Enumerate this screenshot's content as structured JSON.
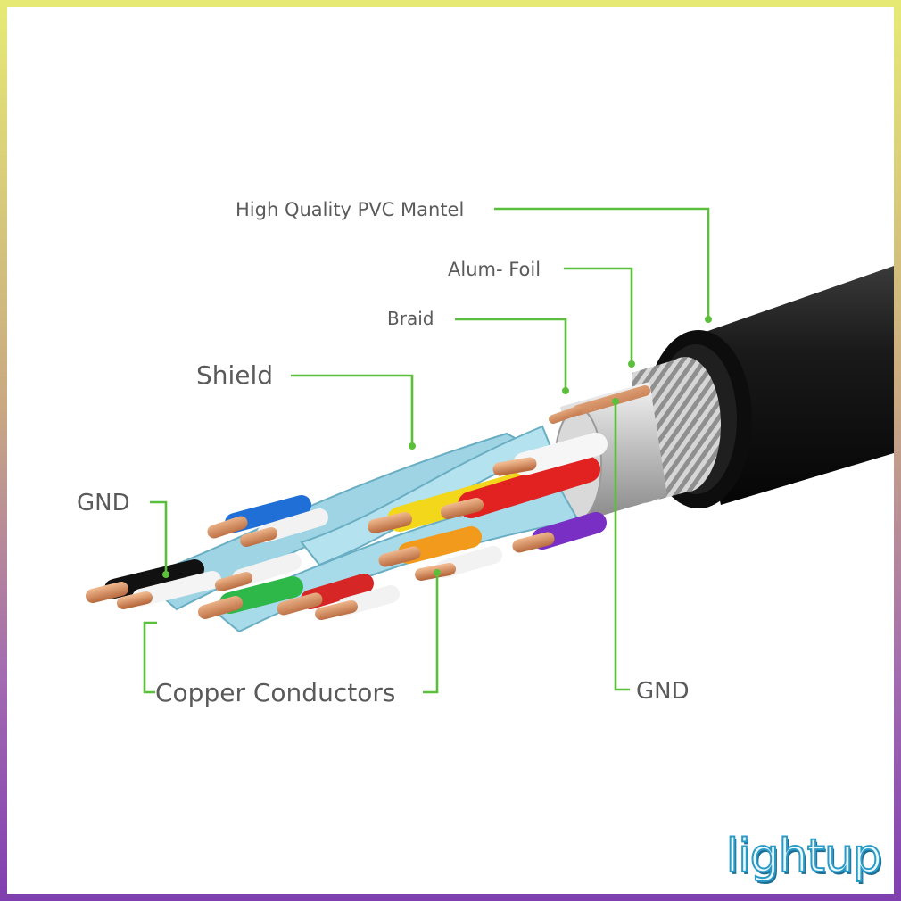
{
  "labels": {
    "pvc_mantel": "High Quality PVC Mantel",
    "alum_foil": "Alum- Foil",
    "braid": "Braid",
    "shield": "Shield",
    "gnd_left": "GND",
    "copper_conductors": "Copper Conductors",
    "gnd_right": "GND"
  },
  "brand": "lightup",
  "colors": {
    "leader_line": "#5cbf3c",
    "jacket": "#1c1c1c",
    "shield_foil": "#9fd4e4",
    "copper": "#d08a5c"
  },
  "wires": [
    "black",
    "white",
    "blue",
    "white",
    "green",
    "white",
    "red",
    "white",
    "yellow",
    "red",
    "orange",
    "white",
    "purple",
    "white"
  ]
}
